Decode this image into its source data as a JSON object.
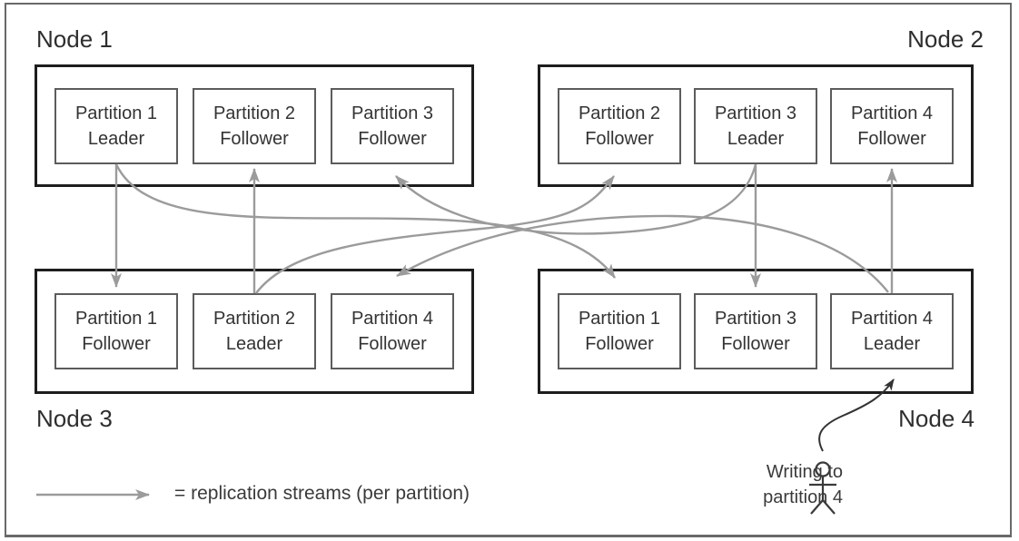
{
  "nodes": [
    {
      "label": "Node 1",
      "partitions": [
        {
          "name": "Partition 1",
          "role": "Leader"
        },
        {
          "name": "Partition 2",
          "role": "Follower"
        },
        {
          "name": "Partition 3",
          "role": "Follower"
        }
      ]
    },
    {
      "label": "Node 2",
      "partitions": [
        {
          "name": "Partition 2",
          "role": "Follower"
        },
        {
          "name": "Partition 3",
          "role": "Leader"
        },
        {
          "name": "Partition 4",
          "role": "Follower"
        }
      ]
    },
    {
      "label": "Node 3",
      "partitions": [
        {
          "name": "Partition 1",
          "role": "Follower"
        },
        {
          "name": "Partition 2",
          "role": "Leader"
        },
        {
          "name": "Partition 4",
          "role": "Follower"
        }
      ]
    },
    {
      "label": "Node 4",
      "partitions": [
        {
          "name": "Partition 1",
          "role": "Follower"
        },
        {
          "name": "Partition 3",
          "role": "Follower"
        },
        {
          "name": "Partition 4",
          "role": "Leader"
        }
      ]
    }
  ],
  "replication_streams": [
    {
      "partition": "Partition 1",
      "from": "Node 1 (Leader)",
      "to": "Node 3 (Follower)"
    },
    {
      "partition": "Partition 1",
      "from": "Node 1 (Leader)",
      "to": "Node 4 (Follower)"
    },
    {
      "partition": "Partition 2",
      "from": "Node 3 (Leader)",
      "to": "Node 1 (Follower)"
    },
    {
      "partition": "Partition 2",
      "from": "Node 3 (Leader)",
      "to": "Node 2 (Follower)"
    },
    {
      "partition": "Partition 3",
      "from": "Node 2 (Leader)",
      "to": "Node 1 (Follower)"
    },
    {
      "partition": "Partition 3",
      "from": "Node 2 (Leader)",
      "to": "Node 4 (Follower)"
    },
    {
      "partition": "Partition 4",
      "from": "Node 4 (Leader)",
      "to": "Node 2 (Follower)"
    },
    {
      "partition": "Partition 4",
      "from": "Node 4 (Leader)",
      "to": "Node 3 (Follower)"
    }
  ],
  "legend": {
    "symbol": "replication-stream-arrow",
    "text": "= replication streams (per partition)"
  },
  "annotation": {
    "line1": "Writing to",
    "line2": "partition 4",
    "icon": "stick-figure"
  },
  "colors": {
    "stream_arrow": "#9b9b9b",
    "node_border": "#1d1d1d",
    "partition_border": "#5c5c5c",
    "text": "#333333",
    "client_arrow": "#333333",
    "frame_border": "#696969",
    "background": "#ffffff"
  }
}
